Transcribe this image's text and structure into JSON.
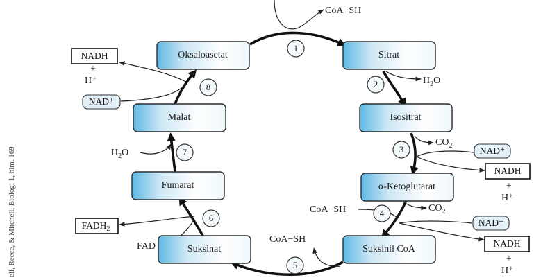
{
  "credit": "ell, Reece, & Mitchell, Biologi 1, hlm. 169",
  "nodes": {
    "oksaloasetat": "Oksaloasetat",
    "sitrat": "Sitrat",
    "isositrat": "Isositrat",
    "ketoglutarat": "α-Ketoglutarat",
    "suksinil": "Suksinil CoA",
    "suksinat": "Suksinat",
    "fumarat": "Fumarat",
    "malat": "Malat"
  },
  "steps": [
    "1",
    "2",
    "3",
    "4",
    "5",
    "6",
    "7",
    "8"
  ],
  "labels": {
    "coa_top": "CoA−SH",
    "h2o_sitrat": "H",
    "h2o_sitrat_sub": "2",
    "h2o_sitrat_tail": "O",
    "co2_iso": "CO",
    "co2_iso_sub": "2",
    "coa_keto": "CoA−SH",
    "co2_keto": "CO",
    "co2_keto_sub": "2",
    "coa_suk": "CoA−SH",
    "fad": "FAD",
    "h2o_malat": "H",
    "h2o_malat_sub": "2",
    "h2o_malat_tail": "O"
  },
  "cofactors": {
    "nadh_left": "NADH",
    "hplus_left_plus": "+",
    "hplus_left": "H⁺",
    "nadp_left": "NAD⁺",
    "nadp_r1": "NAD⁺",
    "nadh_r1": "NADH",
    "hplus_r1_plus": "+",
    "hplus_r1": "H⁺",
    "nadp_r2": "NAD⁺",
    "nadh_r2": "NADH",
    "hplus_r2_plus": "+",
    "hplus_r2": "H⁺",
    "fadh2": "FADH",
    "fadh2_sub": "2"
  }
}
